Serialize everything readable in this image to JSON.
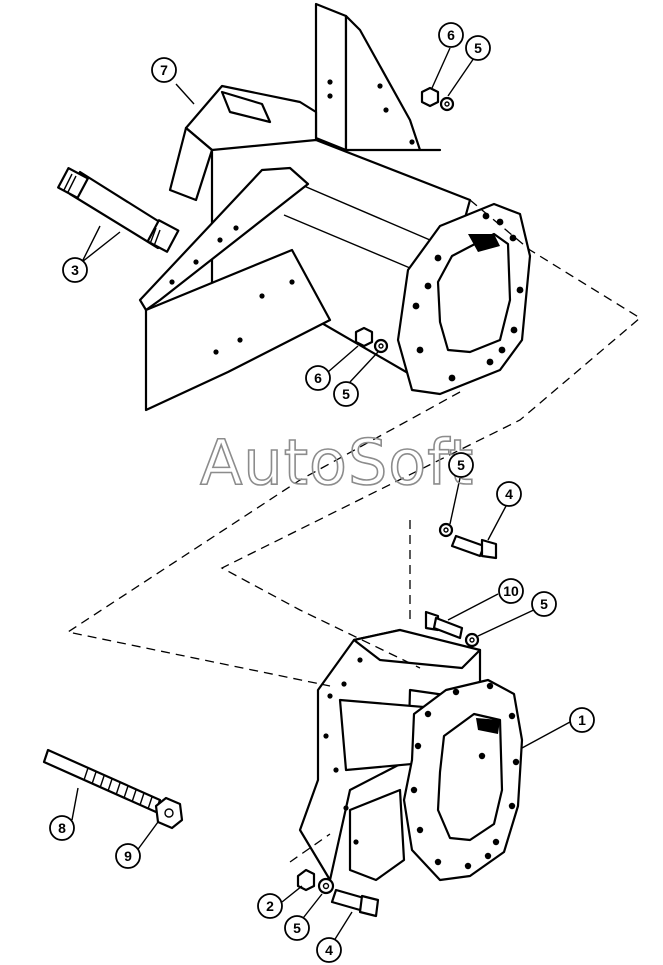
{
  "watermark": "AutoSoft",
  "callouts": {
    "c1": "1",
    "c2": "2",
    "c3": "3",
    "c4a": "4",
    "c4b": "4",
    "c5a": "5",
    "c5b": "5",
    "c5c": "5",
    "c5d": "5",
    "c5e": "5",
    "c6a": "6",
    "c6b": "6",
    "c7": "7",
    "c8": "8",
    "c9": "9",
    "c10": "10"
  }
}
